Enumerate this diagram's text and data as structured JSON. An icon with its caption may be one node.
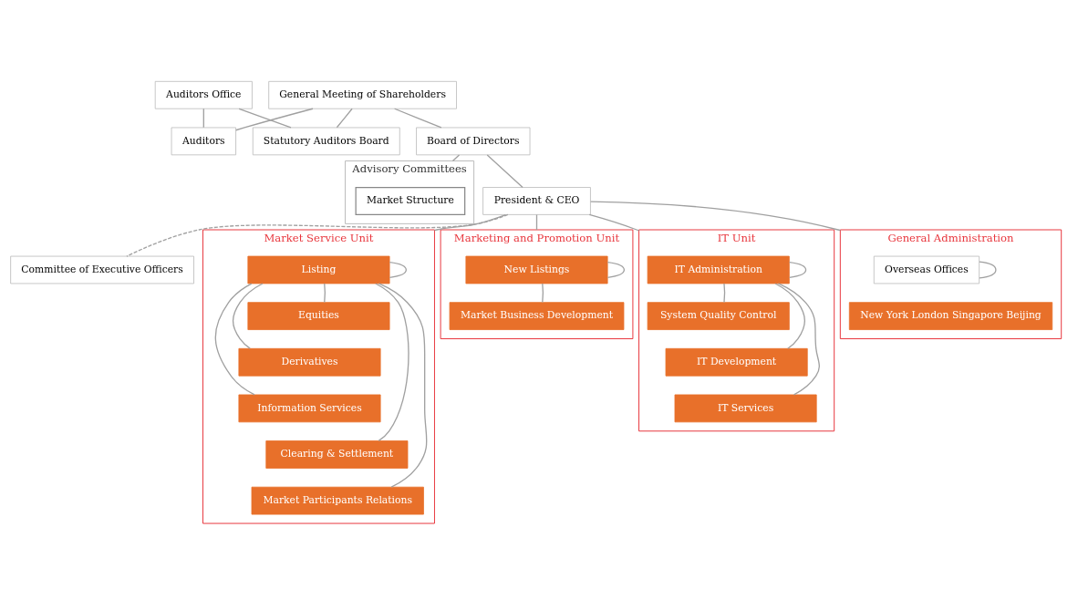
{
  "diagram": {
    "nodes": [
      {
        "text": [
          "Auditors Office"
        ]
      },
      {
        "text": [
          "Statutory Auditors Board"
        ]
      },
      {
        "text": [
          "Auditors"
        ]
      },
      {
        "text": [
          "General Meeting of Shareholders"
        ]
      },
      {
        "text": [
          "Board of Directors"
        ]
      },
      {
        "text": [
          "Advisory Committees"
        ]
      },
      {
        "text": [
          "Market Structure"
        ],
        "in": 5
      },
      {
        "text": [
          "President & CEO"
        ]
      },
      {
        "text": [
          "Committee of Executive Officers"
        ]
      },
      {
        "text": [
          "Market Service Unit"
        ]
      },
      {
        "text": [
          "Listing"
        ],
        "in": 9
      },
      {
        "text": [
          "Equities"
        ],
        "in": 9
      },
      {
        "text": [
          "Derivatives"
        ],
        "in": 9
      },
      {
        "text": [
          "Information Services"
        ],
        "in": 9
      },
      {
        "text": [
          "Clearing & Settlement"
        ],
        "in": 9
      },
      {
        "text": [
          "Market Participants Relations"
        ],
        "in": 9
      },
      {
        "text": [
          "Marketing and Promotion Unit"
        ]
      },
      {
        "text": [
          "New Listings"
        ],
        "in": 16
      },
      {
        "text": [
          "Market Business Development"
        ],
        "in": 16
      },
      {
        "text": [
          "IT Unit"
        ]
      },
      {
        "text": [
          "IT Administration"
        ],
        "in": 19
      },
      {
        "text": [
          "System Quality Control"
        ],
        "in": 19
      },
      {
        "text": [
          "IT Development"
        ],
        "in": 19
      },
      {
        "text": [
          "IT Services"
        ],
        "in": 19
      },
      {
        "text": [
          "General Administration"
        ]
      },
      {
        "text": [
          "Overseas Offices"
        ],
        "in": 24
      },
      {
        "text": [
          "New York London Singapore Beijing"
        ],
        "in": 24
      }
    ],
    "edges": [
      {
        "from": 0,
        "to": 1,
        "arrow": "none"
      },
      {
        "from": 0,
        "to": 2,
        "arrow": "none"
      },
      {
        "from": 3,
        "to": 1,
        "arrow": "none"
      },
      {
        "from": 3,
        "to": 2,
        "arrow": "none"
      },
      {
        "from": 3,
        "to": 4,
        "arrow": "none"
      },
      {
        "from": 4,
        "to": 5,
        "arrow": "none"
      },
      {
        "from": 4,
        "to": 7,
        "arrow": "none"
      },
      {
        "from": 7,
        "to": 8,
        "arrow": "none",
        "style": "dashed"
      },
      {
        "from": 7,
        "to": 9,
        "arrow": "none"
      },
      {
        "from": 7,
        "to": 16,
        "arrow": "none"
      },
      {
        "from": 7,
        "to": 19,
        "arrow": "none"
      },
      {
        "from": 7,
        "to": 24,
        "arrow": "none"
      },
      {
        "from": 9,
        "to": 10,
        "arrow": "none"
      },
      {
        "from": 9,
        "to": 11,
        "arrow": "none"
      },
      {
        "from": 9,
        "to": 12,
        "arrow": "none"
      },
      {
        "from": 9,
        "to": 13,
        "arrow": "none"
      },
      {
        "from": 9,
        "to": 14,
        "arrow": "none"
      },
      {
        "from": 9,
        "to": 15,
        "arrow": "none"
      },
      {
        "from": 16,
        "to": 17,
        "arrow": "none"
      },
      {
        "from": 16,
        "to": 18,
        "arrow": "none"
      },
      {
        "from": 19,
        "to": 20,
        "arrow": "none"
      },
      {
        "from": 19,
        "to": 21,
        "arrow": "none"
      },
      {
        "from": 19,
        "to": 22,
        "arrow": "none"
      },
      {
        "from": 19,
        "to": 23,
        "arrow": "none"
      },
      {
        "from": 24,
        "to": 25,
        "arrow": "none"
      }
    ]
  }
}
